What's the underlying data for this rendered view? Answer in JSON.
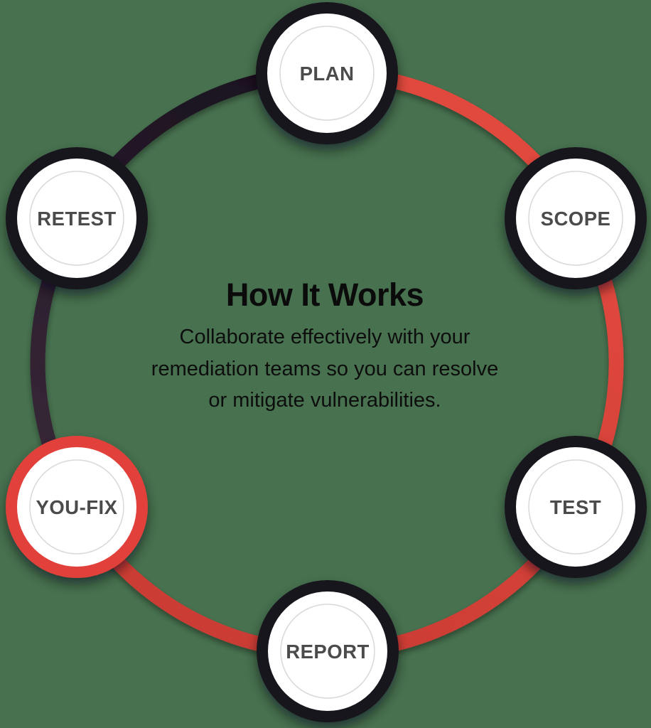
{
  "colors": {
    "background": "#47714F",
    "arc_red_bright": "#E3493F",
    "arc_red_deep": "#C93B33",
    "arc_dark_deep": "#170E1C",
    "arc_dark_soft": "#3B2A3A",
    "node_border_dark": "#18121E",
    "node_border_red": "#E2413A",
    "node_fill": "#FFFFFF",
    "node_inner_ring": "#D9D9D9",
    "node_label_gray": "#4B4B4B",
    "center_text_black": "#0B0B0B"
  },
  "center": {
    "title": "How It Works",
    "subtitle_lines": [
      "Collaborate effectively with your",
      "remediation teams so you can resolve",
      "or mitigate vulnerabilities."
    ]
  },
  "nodes": [
    {
      "label": "PLAN",
      "border_color": "#18121E"
    },
    {
      "label": "SCOPE",
      "border_color": "#18121E"
    },
    {
      "label": "TEST",
      "border_color": "#18121E"
    },
    {
      "label": "REPORT",
      "border_color": "#18121E"
    },
    {
      "label": "YOU-FIX",
      "border_color": "#E2413A"
    },
    {
      "label": "RETEST",
      "border_color": "#18121E"
    }
  ]
}
